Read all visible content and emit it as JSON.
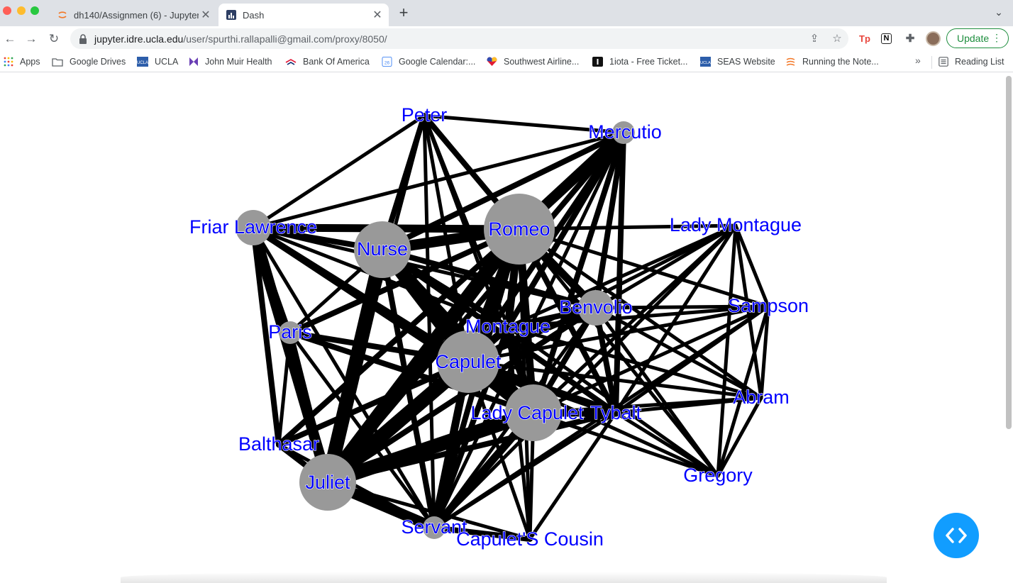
{
  "tabs": [
    {
      "title": "dh140/Assignmen (6) - Jupyter",
      "active": false,
      "icon": "jupyter-icon"
    },
    {
      "title": "Dash",
      "active": true,
      "icon": "dash-icon"
    }
  ],
  "toolbar": {
    "url_host": "jupyter.idre.ucla.edu",
    "url_path": "/user/spurthi.rallapalli@gmail.com/proxy/8050/",
    "update_label": "Update"
  },
  "bookmarks": [
    {
      "label": "Apps",
      "icon": "apps-grid-icon"
    },
    {
      "label": "Google Drives",
      "icon": "folder-icon"
    },
    {
      "label": "UCLA",
      "icon": "ucla-icon"
    },
    {
      "label": "John Muir Health",
      "icon": "john-muir-icon"
    },
    {
      "label": "Bank Of America",
      "icon": "bank-of-america-icon"
    },
    {
      "label": "Google Calendar:...",
      "icon": "google-calendar-icon"
    },
    {
      "label": "Southwest Airline...",
      "icon": "southwest-icon"
    },
    {
      "label": "1iota - Free Ticket...",
      "icon": "iota-icon"
    },
    {
      "label": "SEAS Website",
      "icon": "seas-icon"
    },
    {
      "label": "Running the Note...",
      "icon": "running-icon"
    }
  ],
  "reading_list_label": "Reading List",
  "colors": {
    "node": "#999999",
    "edge": "#000000",
    "label": "#0000ff",
    "fab": "#119dff"
  },
  "network": {
    "nodes": [
      {
        "name": "Peter",
        "size": 0
      },
      {
        "name": "Mercutio",
        "size": 1
      },
      {
        "name": "Friar Lawrence",
        "size": 2
      },
      {
        "name": "Nurse",
        "size": 4
      },
      {
        "name": "Romeo",
        "size": 6
      },
      {
        "name": "Lady Montague",
        "size": 0
      },
      {
        "name": "Benvolio",
        "size": 2
      },
      {
        "name": "Sampson",
        "size": 0
      },
      {
        "name": "Paris",
        "size": 1
      },
      {
        "name": "Montague",
        "size": 0
      },
      {
        "name": "Capulet",
        "size": 5
      },
      {
        "name": "Lady Capulet",
        "size": 4
      },
      {
        "name": "Tybalt",
        "size": 0
      },
      {
        "name": "Abram",
        "size": 0
      },
      {
        "name": "Balthasar",
        "size": 0
      },
      {
        "name": "Juliet",
        "size": 4
      },
      {
        "name": "Gregory",
        "size": 0
      },
      {
        "name": "Servant",
        "size": 1
      },
      {
        "name": "Capulet'S Cousin",
        "size": 0
      }
    ],
    "edges": [
      [
        "Peter",
        "Mercutio",
        2
      ],
      [
        "Peter",
        "Friar Lawrence",
        2
      ],
      [
        "Peter",
        "Nurse",
        3
      ],
      [
        "Peter",
        "Romeo",
        3
      ],
      [
        "Peter",
        "Capulet",
        2
      ],
      [
        "Peter",
        "Montague",
        2
      ],
      [
        "Peter",
        "Servant",
        2
      ],
      [
        "Peter",
        "Juliet",
        2
      ],
      [
        "Peter",
        "Lady Capulet",
        2
      ],
      [
        "Mercutio",
        "Romeo",
        5
      ],
      [
        "Mercutio",
        "Nurse",
        3
      ],
      [
        "Mercutio",
        "Benvolio",
        3
      ],
      [
        "Mercutio",
        "Capulet",
        3
      ],
      [
        "Mercutio",
        "Montague",
        3
      ],
      [
        "Mercutio",
        "Tybalt",
        3
      ],
      [
        "Mercutio",
        "Lady Capulet",
        3
      ],
      [
        "Mercutio",
        "Juliet",
        3
      ],
      [
        "Mercutio",
        "Servant",
        2
      ],
      [
        "Mercutio",
        "Friar Lawrence",
        2
      ],
      [
        "Friar Lawrence",
        "Romeo",
        4
      ],
      [
        "Friar Lawrence",
        "Nurse",
        3
      ],
      [
        "Friar Lawrence",
        "Juliet",
        5
      ],
      [
        "Friar Lawrence",
        "Paris",
        2
      ],
      [
        "Friar Lawrence",
        "Balthasar",
        3
      ],
      [
        "Friar Lawrence",
        "Capulet",
        3
      ],
      [
        "Friar Lawrence",
        "Lady Capulet",
        3
      ],
      [
        "Friar Lawrence",
        "Montague",
        2
      ],
      [
        "Friar Lawrence",
        "Benvolio",
        2
      ],
      [
        "Friar Lawrence",
        "Servant",
        2
      ],
      [
        "Romeo",
        "Lady Montague",
        2
      ],
      [
        "Romeo",
        "Nurse",
        5
      ],
      [
        "Romeo",
        "Capulet",
        5
      ],
      [
        "Romeo",
        "Juliet",
        6
      ],
      [
        "Romeo",
        "Benvolio",
        4
      ],
      [
        "Romeo",
        "Montague",
        4
      ],
      [
        "Romeo",
        "Lady Capulet",
        4
      ],
      [
        "Romeo",
        "Tybalt",
        3
      ],
      [
        "Romeo",
        "Sampson",
        2
      ],
      [
        "Romeo",
        "Abram",
        2
      ],
      [
        "Romeo",
        "Gregory",
        2
      ],
      [
        "Romeo",
        "Paris",
        3
      ],
      [
        "Romeo",
        "Balthasar",
        3
      ],
      [
        "Romeo",
        "Servant",
        3
      ],
      [
        "Romeo",
        "Capulet'S Cousin",
        2
      ],
      [
        "Nurse",
        "Juliet",
        6
      ],
      [
        "Nurse",
        "Capulet",
        5
      ],
      [
        "Nurse",
        "Lady Capulet",
        5
      ],
      [
        "Nurse",
        "Paris",
        2
      ],
      [
        "Nurse",
        "Servant",
        3
      ],
      [
        "Nurse",
        "Montague",
        3
      ],
      [
        "Nurse",
        "Benvolio",
        3
      ],
      [
        "Nurse",
        "Tybalt",
        3
      ],
      [
        "Lady Montague",
        "Benvolio",
        2
      ],
      [
        "Lady Montague",
        "Sampson",
        2
      ],
      [
        "Lady Montague",
        "Abram",
        2
      ],
      [
        "Lady Montague",
        "Gregory",
        2
      ],
      [
        "Lady Montague",
        "Montague",
        2
      ],
      [
        "Lady Montague",
        "Capulet",
        2
      ],
      [
        "Lady Montague",
        "Tybalt",
        2
      ],
      [
        "Lady Montague",
        "Lady Capulet",
        2
      ],
      [
        "Lady Montague",
        "Servant",
        2
      ],
      [
        "Benvolio",
        "Sampson",
        2
      ],
      [
        "Benvolio",
        "Abram",
        2
      ],
      [
        "Benvolio",
        "Gregory",
        2
      ],
      [
        "Benvolio",
        "Montague",
        3
      ],
      [
        "Benvolio",
        "Capulet",
        3
      ],
      [
        "Benvolio",
        "Tybalt",
        3
      ],
      [
        "Benvolio",
        "Lady Capulet",
        3
      ],
      [
        "Benvolio",
        "Juliet",
        3
      ],
      [
        "Benvolio",
        "Servant",
        2
      ],
      [
        "Sampson",
        "Abram",
        2
      ],
      [
        "Sampson",
        "Gregory",
        2
      ],
      [
        "Sampson",
        "Tybalt",
        2
      ],
      [
        "Sampson",
        "Capulet",
        2
      ],
      [
        "Sampson",
        "Montague",
        2
      ],
      [
        "Sampson",
        "Lady Capulet",
        2
      ],
      [
        "Sampson",
        "Servant",
        2
      ],
      [
        "Abram",
        "Gregory",
        2
      ],
      [
        "Abram",
        "Tybalt",
        2
      ],
      [
        "Abram",
        "Capulet",
        2
      ],
      [
        "Abram",
        "Montague",
        2
      ],
      [
        "Abram",
        "Lady Capulet",
        2
      ],
      [
        "Gregory",
        "Tybalt",
        2
      ],
      [
        "Gregory",
        "Capulet",
        2
      ],
      [
        "Gregory",
        "Montague",
        2
      ],
      [
        "Gregory",
        "Lady Capulet",
        2
      ],
      [
        "Paris",
        "Juliet",
        3
      ],
      [
        "Paris",
        "Capulet",
        3
      ],
      [
        "Paris",
        "Balthasar",
        2
      ],
      [
        "Paris",
        "Lady Capulet",
        3
      ],
      [
        "Paris",
        "Servant",
        2
      ],
      [
        "Capulet",
        "Juliet",
        6
      ],
      [
        "Capulet",
        "Lady Capulet",
        6
      ],
      [
        "Capulet",
        "Montague",
        4
      ],
      [
        "Capulet",
        "Tybalt",
        4
      ],
      [
        "Capulet",
        "Servant",
        4
      ],
      [
        "Capulet",
        "Balthasar",
        3
      ],
      [
        "Capulet",
        "Capulet'S Cousin",
        2
      ],
      [
        "Lady Capulet",
        "Juliet",
        6
      ],
      [
        "Lady Capulet",
        "Tybalt",
        4
      ],
      [
        "Lady Capulet",
        "Servant",
        4
      ],
      [
        "Lady Capulet",
        "Capulet'S Cousin",
        2
      ],
      [
        "Lady Capulet",
        "Montague",
        4
      ],
      [
        "Juliet",
        "Servant",
        5
      ],
      [
        "Juliet",
        "Balthasar",
        3
      ],
      [
        "Juliet",
        "Tybalt",
        3
      ],
      [
        "Juliet",
        "Montague",
        3
      ],
      [
        "Juliet",
        "Capulet'S Cousin",
        2
      ],
      [
        "Servant",
        "Capulet'S Cousin",
        3
      ],
      [
        "Servant",
        "Balthasar",
        2
      ],
      [
        "Servant",
        "Tybalt",
        2
      ],
      [
        "Servant",
        "Montague",
        3
      ],
      [
        "Tybalt",
        "Capulet'S Cousin",
        2
      ],
      [
        "Montague",
        "Capulet'S Cousin",
        2
      ]
    ]
  }
}
